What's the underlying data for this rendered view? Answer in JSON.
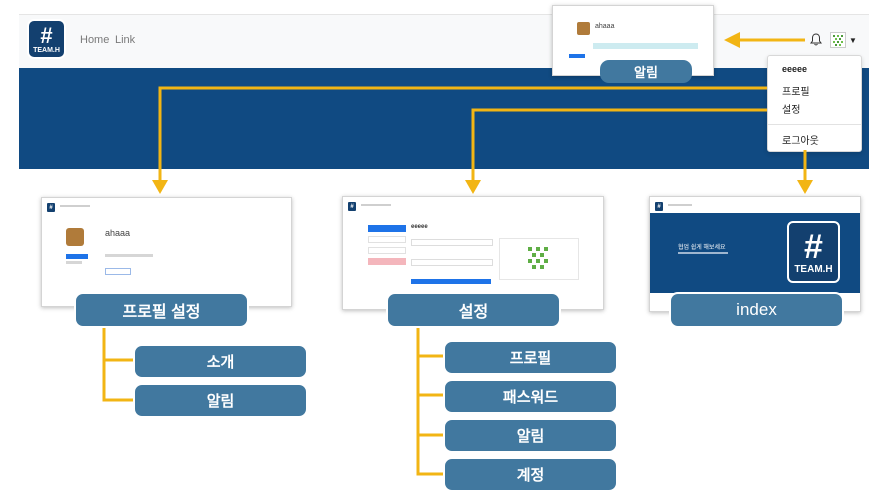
{
  "main_screen": {
    "logo_text": "TEAM.H",
    "nav_links": [
      "Home",
      "Link"
    ],
    "dropdown_items": [
      "eeeee",
      "프로필",
      "설정",
      "로그아웃"
    ]
  },
  "alarm_popup": {
    "user_name": "ahaaa",
    "label": "알림"
  },
  "profile_thumb": {
    "user_name": "ahaaa",
    "menu": [
      "소개",
      "알림"
    ],
    "label": "프로필 설정",
    "children": [
      "소개",
      "알림"
    ]
  },
  "settings_thumb": {
    "user_name": "eeeee",
    "menu": [
      "프로필",
      "패스워드",
      "알림",
      "계정"
    ],
    "label": "설정",
    "children": [
      "프로필",
      "패스워드",
      "알림",
      "계정"
    ]
  },
  "index_thumb": {
    "hero_text": "협업 쉽게 해보세요",
    "logo_text": "TEAM.H",
    "label": "index"
  },
  "colors": {
    "navy": "#104a82",
    "pill": "#41789f",
    "connector": "#f2b514"
  },
  "icons": [
    "hashtag-logo-icon",
    "bell-icon",
    "avatar-icon",
    "caret-down-icon"
  ]
}
